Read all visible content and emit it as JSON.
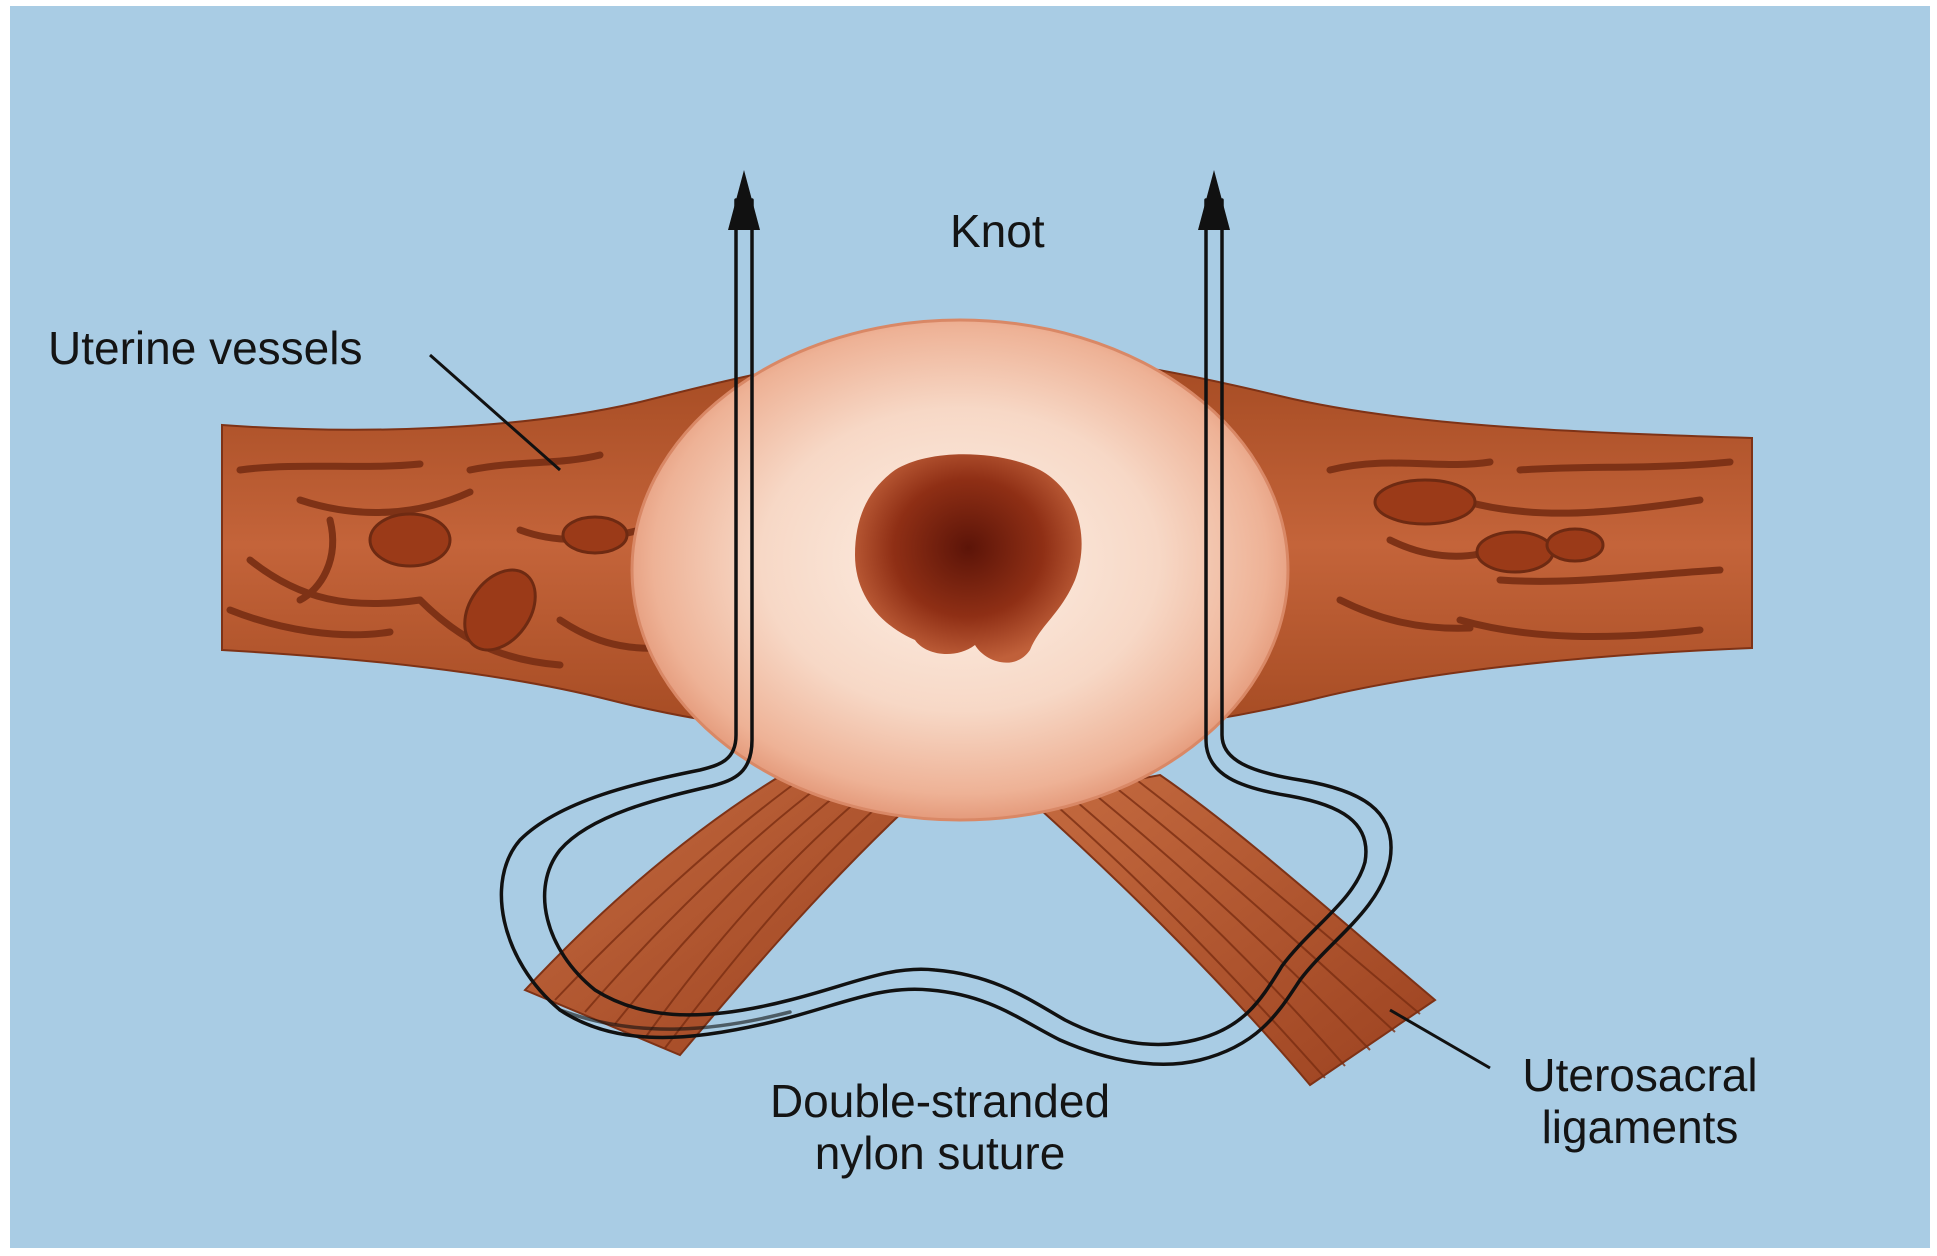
{
  "labels": {
    "knot": "Knot",
    "uterine_vessels": "Uterine vessels",
    "suture_line1": "Double-stranded",
    "suture_line2": "nylon suture",
    "ligaments_line1": "Uterosacral",
    "ligaments_line2": "ligaments"
  },
  "colors": {
    "background": "#a9cce4",
    "tissue": "#b9582b",
    "tissue_dark": "#7e3216",
    "cervix": "#f0c3ab",
    "os": "#8a2c14",
    "suture": "#111111"
  }
}
